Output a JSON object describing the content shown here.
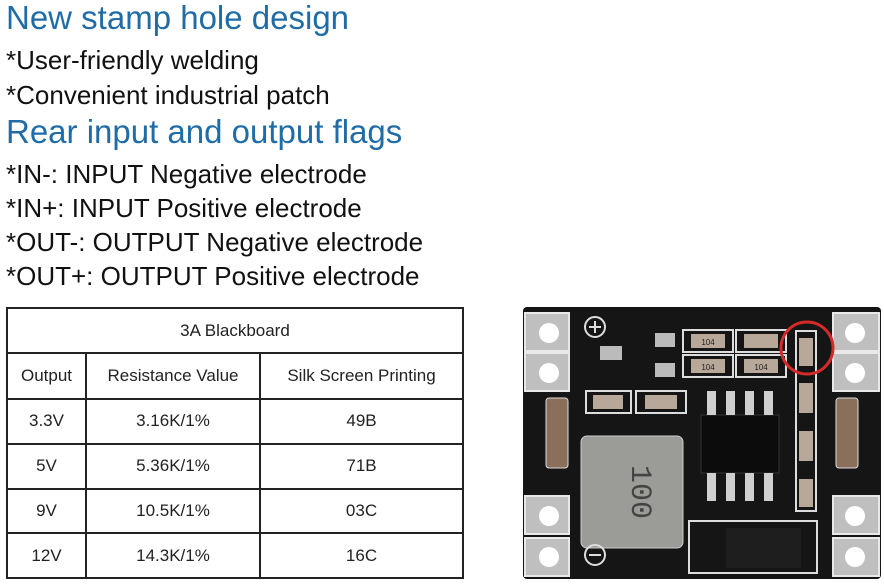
{
  "headings": [
    "New stamp hole design",
    "Rear input and output flags"
  ],
  "stamp_lines": [
    "*User-friendly welding",
    "*Convenient industrial patch"
  ],
  "flag_lines": [
    "*IN-: INPUT Negative electrode",
    "*IN+: INPUT Positive electrode",
    "*OUT-: OUTPUT Negative electrode",
    "*OUT+: OUTPUT Positive electrode"
  ],
  "table": {
    "title": "3A Blackboard",
    "headers": [
      "Output",
      "Resistance Value",
      "Silk Screen Printing"
    ],
    "rows": [
      [
        "3.3V",
        "3.16K/1%",
        "49B"
      ],
      [
        "5V",
        "5.36K/1%",
        "71B"
      ],
      [
        "9V",
        "10.5K/1%",
        "03C"
      ],
      [
        "12V",
        "14.3K/1%",
        "16C"
      ]
    ]
  },
  "board_photo": {
    "inductor_marking": "100",
    "resistor_markings": [
      "104",
      "104",
      "104"
    ],
    "highlight_color": "#d42a2a"
  },
  "colors": {
    "heading": "#1f6ca6",
    "board": "#151515"
  }
}
